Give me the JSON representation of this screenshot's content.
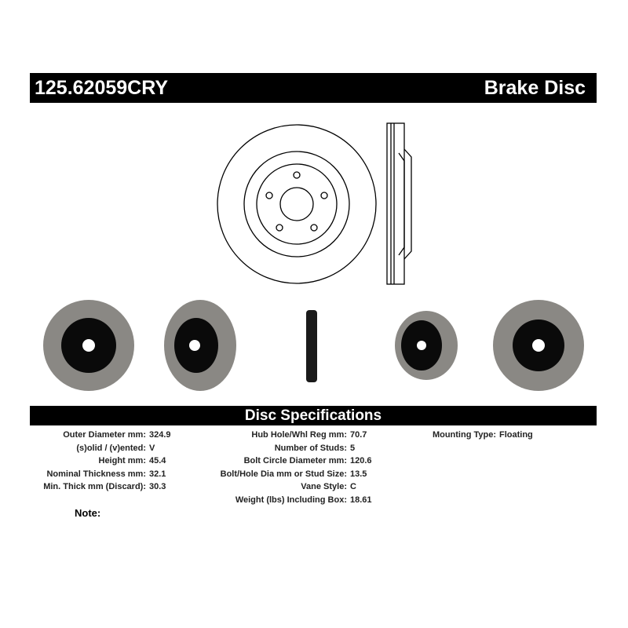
{
  "header": {
    "part_number": "125.62059CRY",
    "product_type": "Brake Disc"
  },
  "spec_title": "Disc Specifications",
  "specs_left": [
    {
      "label": "Outer Diameter mm:",
      "value": "324.9"
    },
    {
      "label": "(s)olid / (v)ented:",
      "value": "V"
    },
    {
      "label": "Height mm:",
      "value": "45.4"
    },
    {
      "label": "Nominal Thickness mm:",
      "value": "32.1"
    },
    {
      "label": "Min. Thick mm (Discard):",
      "value": "30.3"
    }
  ],
  "specs_mid": [
    {
      "label": "Hub Hole/Whl Reg mm:",
      "value": "70.7"
    },
    {
      "label": "Number of Studs:",
      "value": "5"
    },
    {
      "label": "Bolt Circle Diameter mm:",
      "value": "120.6"
    },
    {
      "label": "Bolt/Hole Dia mm or Stud Size:",
      "value": "13.5"
    },
    {
      "label": "Vane Style:",
      "value": "C"
    },
    {
      "label": "Weight (lbs) Including Box:",
      "value": "18.61"
    }
  ],
  "specs_right": [
    {
      "label": "Mounting Type:",
      "value": "Floating"
    }
  ],
  "note_label": "Note:"
}
